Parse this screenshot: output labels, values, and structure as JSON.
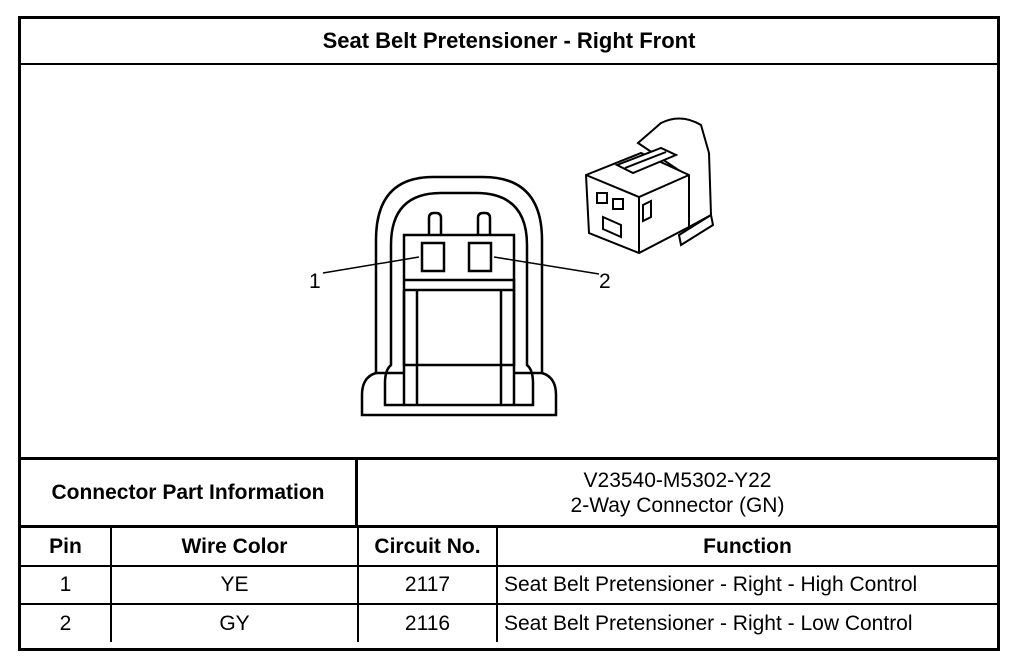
{
  "title": "Seat Belt Pretensioner - Right Front",
  "diagram": {
    "pin_labels": [
      "1",
      "2"
    ]
  },
  "connector_info": {
    "label": "Connector Part Information",
    "part_number": "V23540-M5302-Y22",
    "description": "2-Way Connector (GN)"
  },
  "table": {
    "headers": [
      "Pin",
      "Wire Color",
      "Circuit No.",
      "Function"
    ],
    "rows": [
      {
        "pin": "1",
        "wire_color": "YE",
        "circuit": "2117",
        "function": "Seat Belt Pretensioner - Right - High Control"
      },
      {
        "pin": "2",
        "wire_color": "GY",
        "circuit": "2116",
        "function": "Seat Belt Pretensioner - Right - Low Control"
      }
    ]
  }
}
